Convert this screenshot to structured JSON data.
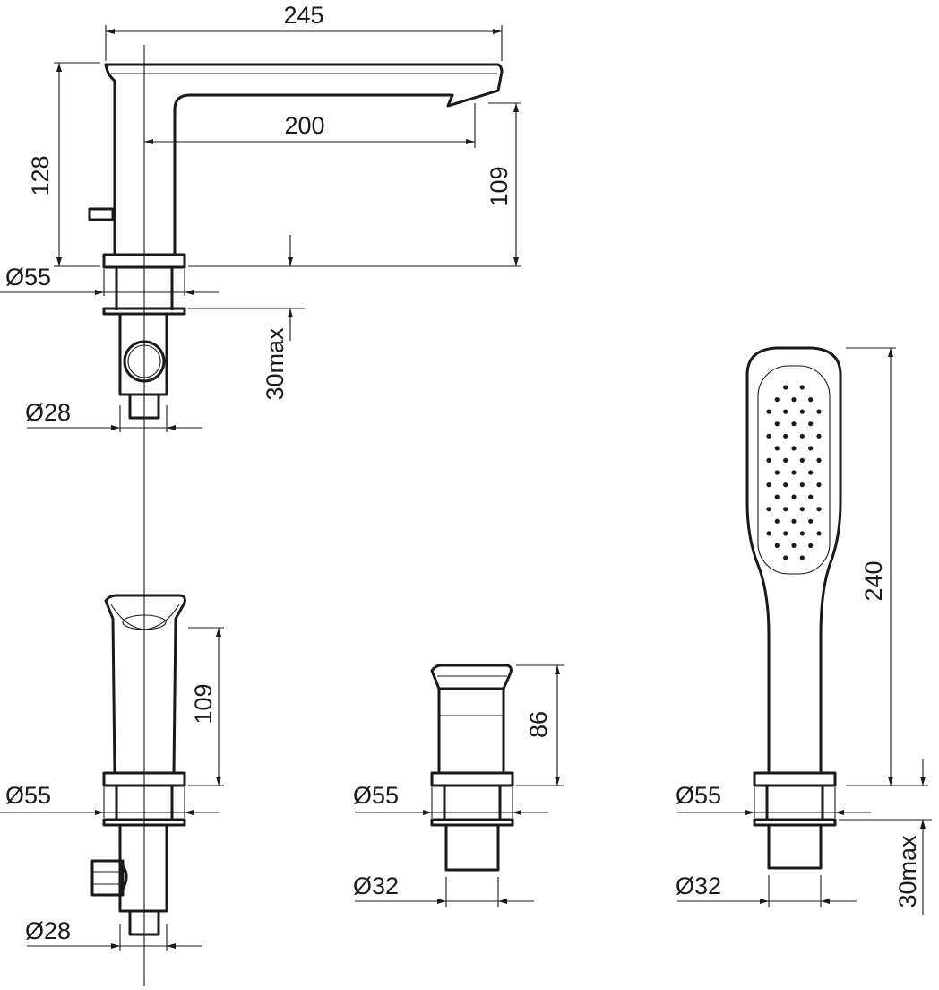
{
  "dimensions": {
    "spout_reach": "245",
    "spout_projection": "200",
    "spout_height": "128",
    "spout_outlet_height": "109",
    "spout_base_dia": "Ø55",
    "deck_thickness_1": "30max",
    "spout_inlet_dia": "Ø28",
    "mixer_height": "109",
    "mixer_base_dia": "Ø55",
    "mixer_inlet_dia": "Ø28",
    "diverter_height": "86",
    "diverter_base_dia": "Ø55",
    "diverter_shank_dia": "Ø32",
    "handshower_length": "240",
    "handshower_base_dia": "Ø55",
    "handshower_shank_dia": "Ø32",
    "deck_thickness_2": "30max"
  }
}
